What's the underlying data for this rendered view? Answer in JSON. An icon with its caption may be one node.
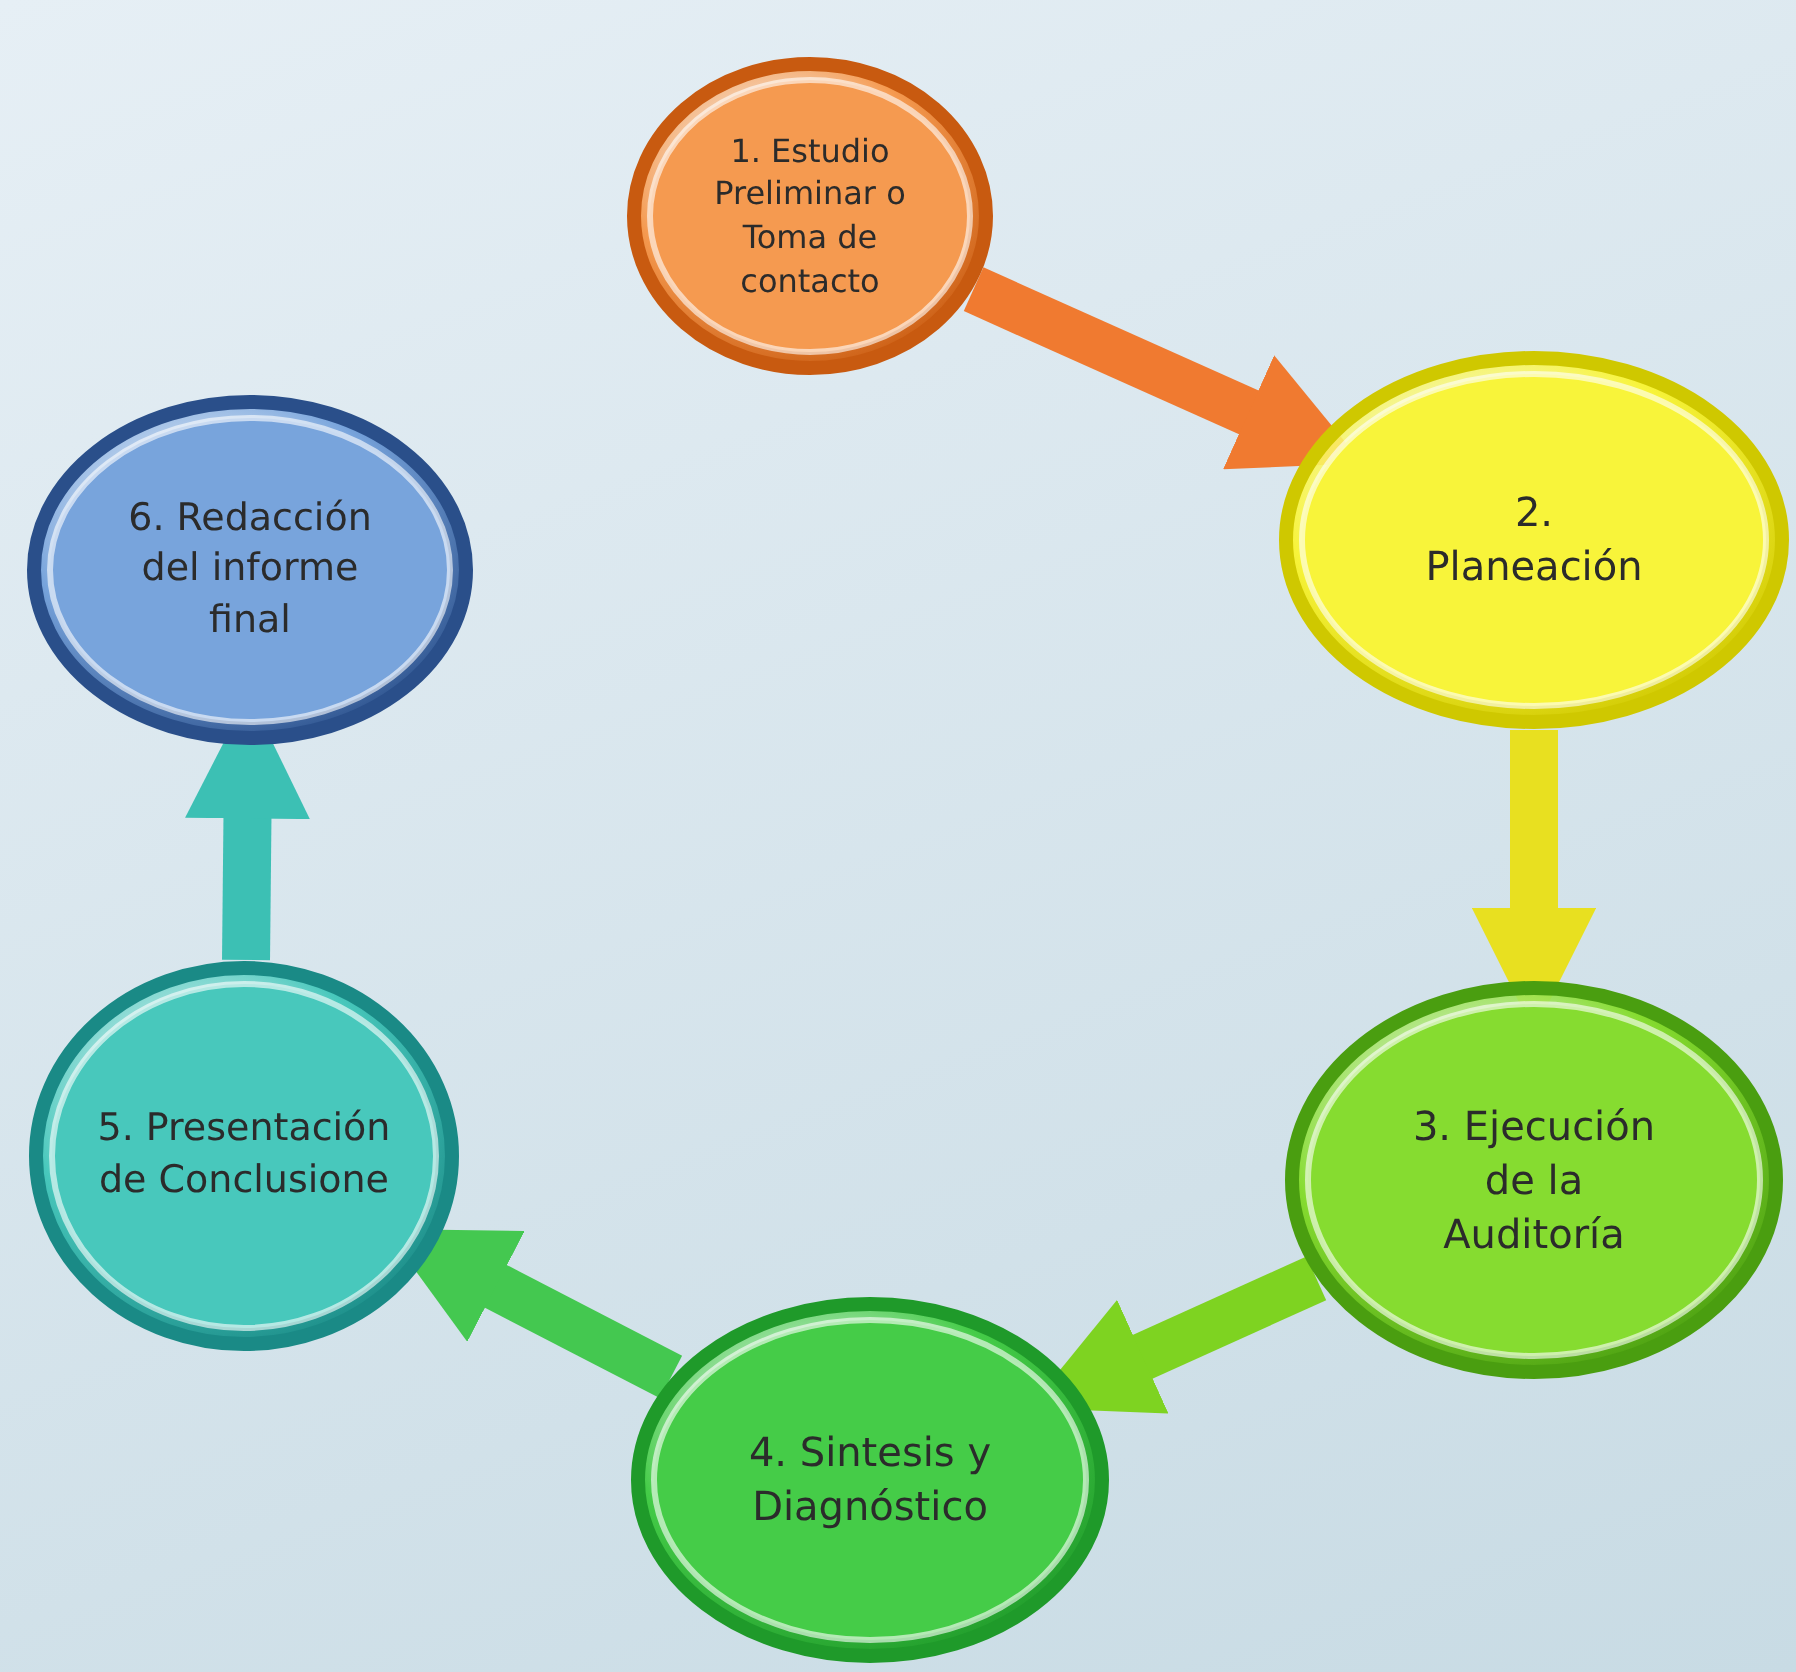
{
  "diagram": {
    "nodes": [
      {
        "text": [
          "1. Estudio Preliminar o Toma de contacto"
        ]
      },
      {
        "text": [
          "2. Planeación"
        ]
      },
      {
        "text": [
          "3. Ejecución de la Auditoría"
        ]
      },
      {
        "text": [
          "4. Sintesis y Diagnóstico"
        ]
      },
      {
        "text": [
          "5. Presentación de Conclusione"
        ]
      },
      {
        "text": [
          "6. Redacción del informe final"
        ]
      }
    ],
    "edges": [
      {
        "from": 0,
        "to": 1,
        "arrow": "to",
        "color": "#f07a30"
      },
      {
        "from": 1,
        "to": 2,
        "arrow": "to",
        "color": "#e8e020"
      },
      {
        "from": 2,
        "to": 3,
        "arrow": "to",
        "color": "#7ed321"
      },
      {
        "from": 3,
        "to": 4,
        "arrow": "to",
        "color": "#44c850"
      },
      {
        "from": 4,
        "to": 5,
        "arrow": "to",
        "color": "#3cc0b4"
      }
    ]
  }
}
